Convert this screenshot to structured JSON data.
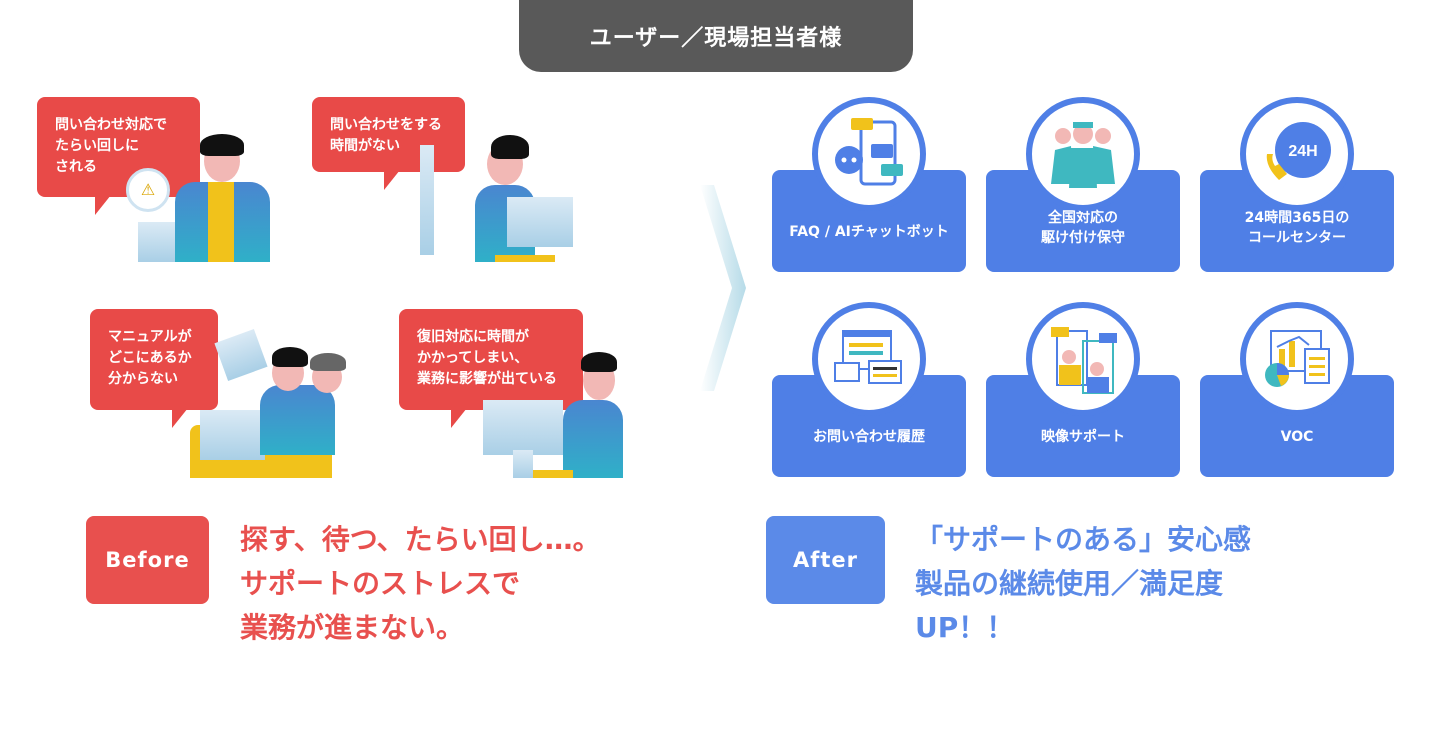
{
  "header": {
    "title": "ユーザー／現場担当者様"
  },
  "before": {
    "bubbles": [
      {
        "lines": [
          "問い合わせ対応で",
          "たらい回しに",
          "される"
        ]
      },
      {
        "lines": [
          "問い合わせをする",
          "時間がない"
        ]
      },
      {
        "lines": [
          "マニュアルが",
          "どこにあるか",
          "分からない"
        ]
      },
      {
        "lines": [
          "復旧対応に時間が",
          "かかってしまい、",
          "業務に影響が出ている"
        ]
      }
    ],
    "badge": "Before",
    "message": [
      "探す、待つ、たらい回し…。",
      "サポートのストレスで",
      "業務が進まない。"
    ],
    "color": "#e84a48"
  },
  "after": {
    "cards": [
      {
        "lines": [
          "FAQ / AIチャットボット"
        ],
        "icon": "chatbot-icon"
      },
      {
        "lines": [
          "全国対応の",
          "駆け付け保守"
        ],
        "icon": "field-staff-icon"
      },
      {
        "lines": [
          "24時間365日の",
          "コールセンター"
        ],
        "icon": "24h-phone-icon",
        "icon_text": "24H"
      },
      {
        "lines": [
          "お問い合わせ履歴"
        ],
        "icon": "inquiry-history-icon"
      },
      {
        "lines": [
          "映像サポート"
        ],
        "icon": "video-support-icon"
      },
      {
        "lines": [
          "VOC"
        ],
        "icon": "voc-chart-icon"
      }
    ],
    "badge": "After",
    "message": [
      "「サポートのある」安心感",
      "製品の継続使用／満足度",
      "UP！！"
    ],
    "color": "#4f7fe6"
  }
}
